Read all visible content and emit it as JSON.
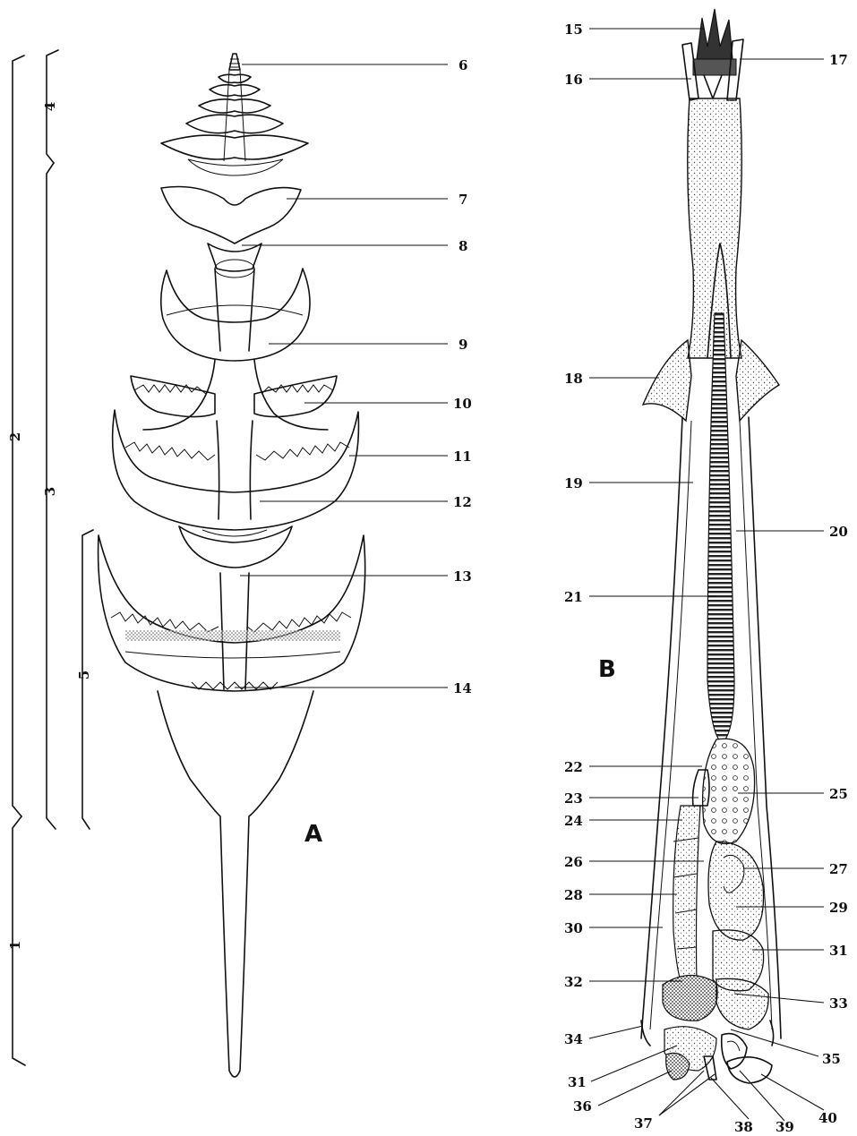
{
  "panels": [
    {
      "id": "A",
      "label": "A"
    },
    {
      "id": "B",
      "label": "B"
    }
  ],
  "brackets": [
    "1",
    "2",
    "3",
    "4",
    "5"
  ],
  "labels_a": [
    "6",
    "7",
    "8",
    "9",
    "10",
    "11",
    "12",
    "13",
    "14"
  ],
  "labels_b": [
    "15",
    "16",
    "17",
    "18",
    "19",
    "20",
    "21",
    "22",
    "23",
    "24",
    "25",
    "26",
    "27",
    "28",
    "29",
    "30",
    "31",
    "32",
    "33",
    "34",
    "35",
    "31",
    "36",
    "37",
    "38",
    "39",
    "40"
  ]
}
